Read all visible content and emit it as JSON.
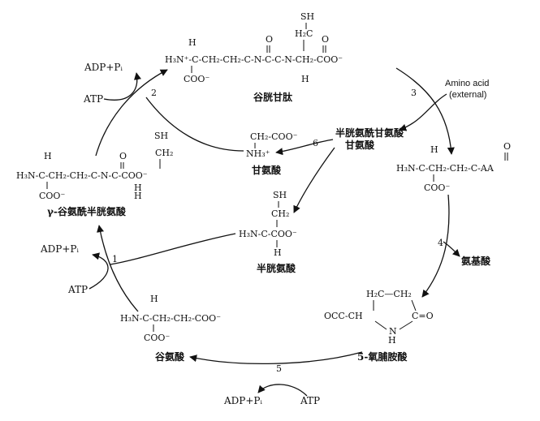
{
  "diagram": {
    "compounds": {
      "glutathione": {
        "label": "谷胱甘肽",
        "row_a": "H₃N⁺-C-CH₂-CH₂-C-N-C-C-N-CH₂-COO⁻",
        "H_top": "H",
        "H_bottom": "H",
        "coo": "COO⁻",
        "sh": "SH",
        "ch2": "H₂C",
        "o1": "O",
        "o2": "O"
      },
      "cysteinylglycine": {
        "label": "半胱氨酰甘氨酸"
      },
      "glycine": {
        "label": "甘氨酸",
        "row_a": "CH₂-COO⁻",
        "row_b": "NH₃⁺"
      },
      "gamma_glu_cys": {
        "label": "γ-谷氨酰半胱氨酸",
        "row_a": "H₃N-C-CH₂-CH₂-C-N-C-COO⁻",
        "sh": "SH",
        "ch2": "CH₂",
        "h1": "H",
        "h2": "H",
        "h3": "H",
        "coo": "COO⁻",
        "o": "O"
      },
      "gamma_glu_aa": {
        "row_a": "H₃N-C-CH₂-CH₂-C-AA",
        "h": "H",
        "coo": "COO⁻",
        "o": "O"
      },
      "cysteine": {
        "label": "半胱氨酸",
        "row_a": "H₃N-C-COO⁻",
        "sh": "SH",
        "ch2": "CH₂",
        "h": "H"
      },
      "amino_acid": {
        "label": "氨基酸"
      },
      "oxoproline": {
        "label": "5-氧脯胺酸",
        "ring_top": "H₂C—CH₂",
        "left": "OCC-CH",
        "right": "C=O",
        "nh": "N",
        "h": "H"
      },
      "glutamate": {
        "label": "谷氨酸",
        "row_a": "H₃N-C-CH₂-CH₂-COO⁻",
        "h": "H",
        "coo": "COO⁻"
      }
    },
    "external": {
      "line1": "Amino acid",
      "line2": "(external)"
    },
    "cofactors": {
      "adp_top": "ADP+Pᵢ",
      "atp_top": "ATP",
      "adp_mid": "ADP+Pᵢ",
      "atp_mid": "ATP",
      "adp_bottom": "ADP+Pᵢ",
      "atp_bottom": "ATP"
    },
    "step_numbers": [
      "1",
      "2",
      "3",
      "4",
      "5",
      "6"
    ]
  }
}
